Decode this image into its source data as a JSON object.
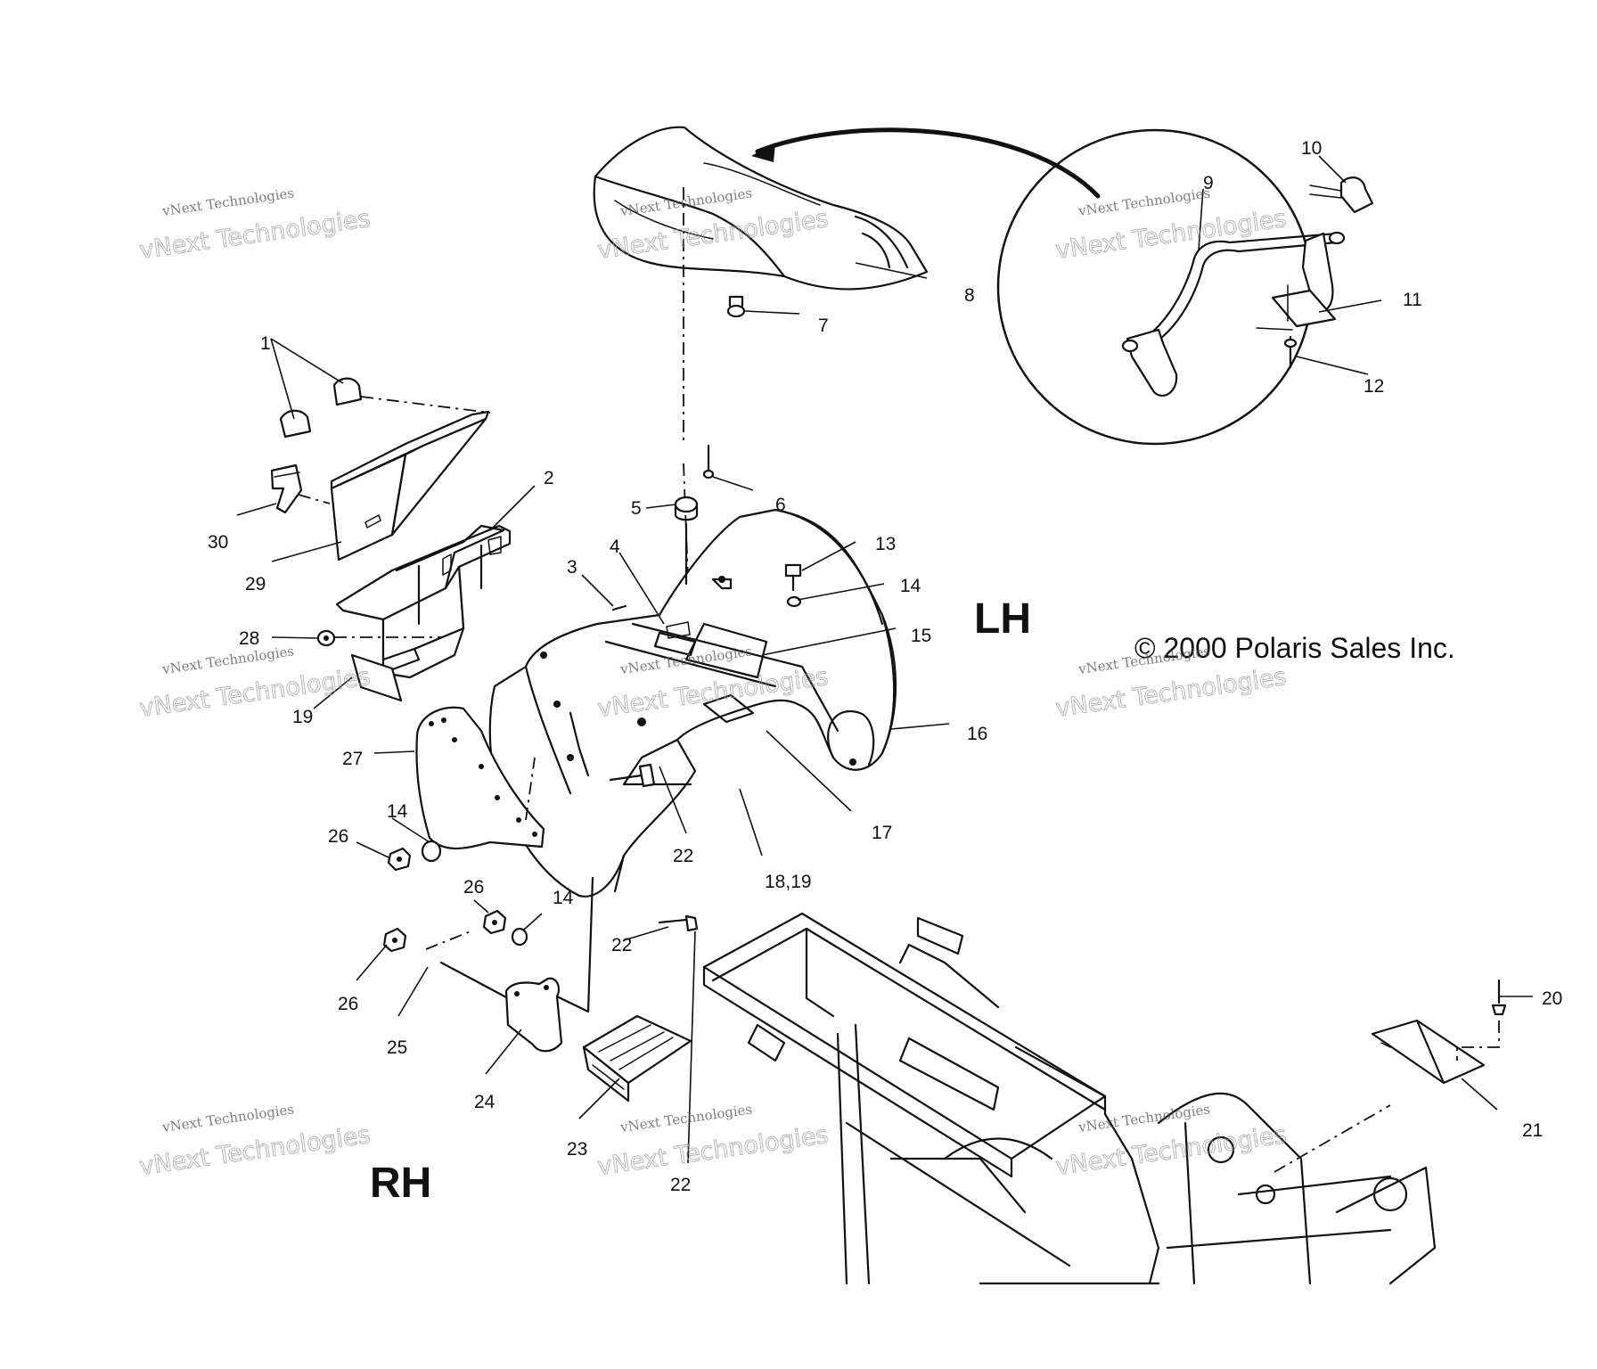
{
  "diagram": {
    "side_left": "LH",
    "side_right": "RH",
    "copyright": "© 2000 Polaris Sales Inc.",
    "watermark_line1": "vNext Technologies",
    "watermark_line2": "vNext Technologies",
    "callouts": [
      "1",
      "2",
      "3",
      "4",
      "5",
      "6",
      "7",
      "8",
      "9",
      "10",
      "11",
      "12",
      "13",
      "14",
      "15",
      "16",
      "17",
      "18,19",
      "19",
      "20",
      "21",
      "22",
      "22",
      "22",
      "22",
      "23",
      "24",
      "25",
      "26",
      "26",
      "26",
      "27",
      "28",
      "29",
      "30",
      "14",
      "14"
    ]
  }
}
